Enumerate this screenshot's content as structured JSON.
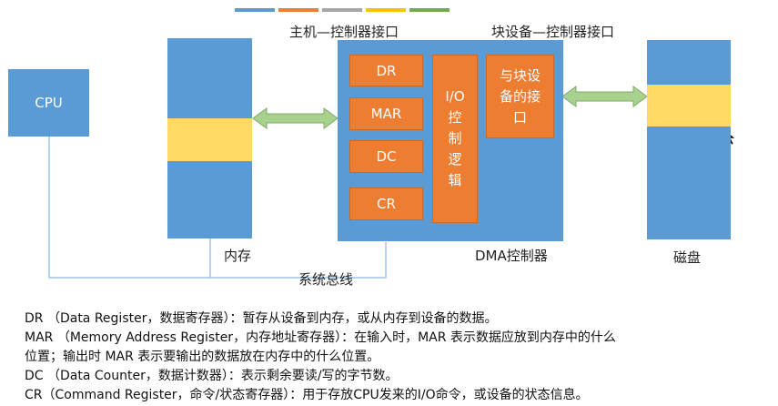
{
  "header_bars": [
    {
      "color": "#5b9bd5"
    },
    {
      "color": "#ed7d31"
    },
    {
      "color": "#a5a5a5"
    },
    {
      "color": "#ffc000"
    },
    {
      "color": "#70ad47"
    }
  ],
  "diagram": {
    "cpu_label": "CPU",
    "memory_label": "内存",
    "disk_label": "磁盘",
    "bus_label": "系统总线",
    "host_interface_label": "主机—控制器接口",
    "block_interface_label": "块设备—控制器接口",
    "dma_label": "DMA控制器",
    "registers": [
      "DR",
      "MAR",
      "DC",
      "CR"
    ],
    "io_logic_label": [
      "I/O",
      "控",
      "制",
      "逻",
      "辑"
    ],
    "block_dev_interface": [
      "与块设",
      "备的接",
      "口"
    ]
  },
  "descriptions": [
    "DR （Data Register，数据寄存器）：暂存从设备到内存，或从内存到设备的数据。",
    "MAR （Memory Address Register，内存地址寄存器）：在输入时，MAR 表示数据应放到内存中的什么",
    "位置；输出时 MAR 表示要输出的数据放在内存中的什么位置。",
    "DC （Data Counter，数据计数器）：表示剩余要读/写的字节数。",
    "CR（Command Register，命令/状态寄存器）：用于存放CPU发来的I/O命令，或设备的状态信息。"
  ],
  "colors": {
    "blue": "#5b9bd5",
    "orange": "#ed7d31",
    "yellow": "#ffd966",
    "arrow_green": "#a9d18e",
    "bus_line": "#9dc3e6"
  }
}
